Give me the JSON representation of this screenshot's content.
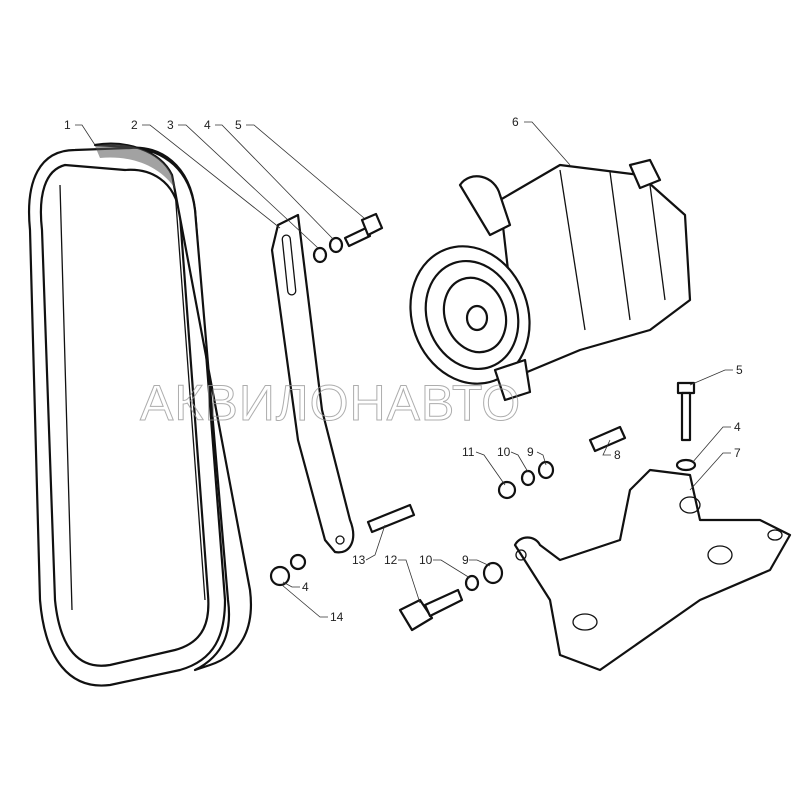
{
  "watermark": "АКВИЛОНАВТО",
  "callouts": {
    "belt": "1",
    "strap": "2",
    "spacer_top": "3",
    "washer_top": "4",
    "bolt_top": "5",
    "alternator": "6",
    "bolt_right": "5",
    "washer_right": "4",
    "bracket": "7",
    "stud_8": "8",
    "washer_9_upper": "9",
    "spring_washer_10_upper": "10",
    "nut_11": "11",
    "stud_13": "13",
    "bolt_12": "12",
    "spring_washer_10_lower": "10",
    "washer_9_lower": "9",
    "washer_4_lower": "4",
    "nut_14": "14"
  }
}
